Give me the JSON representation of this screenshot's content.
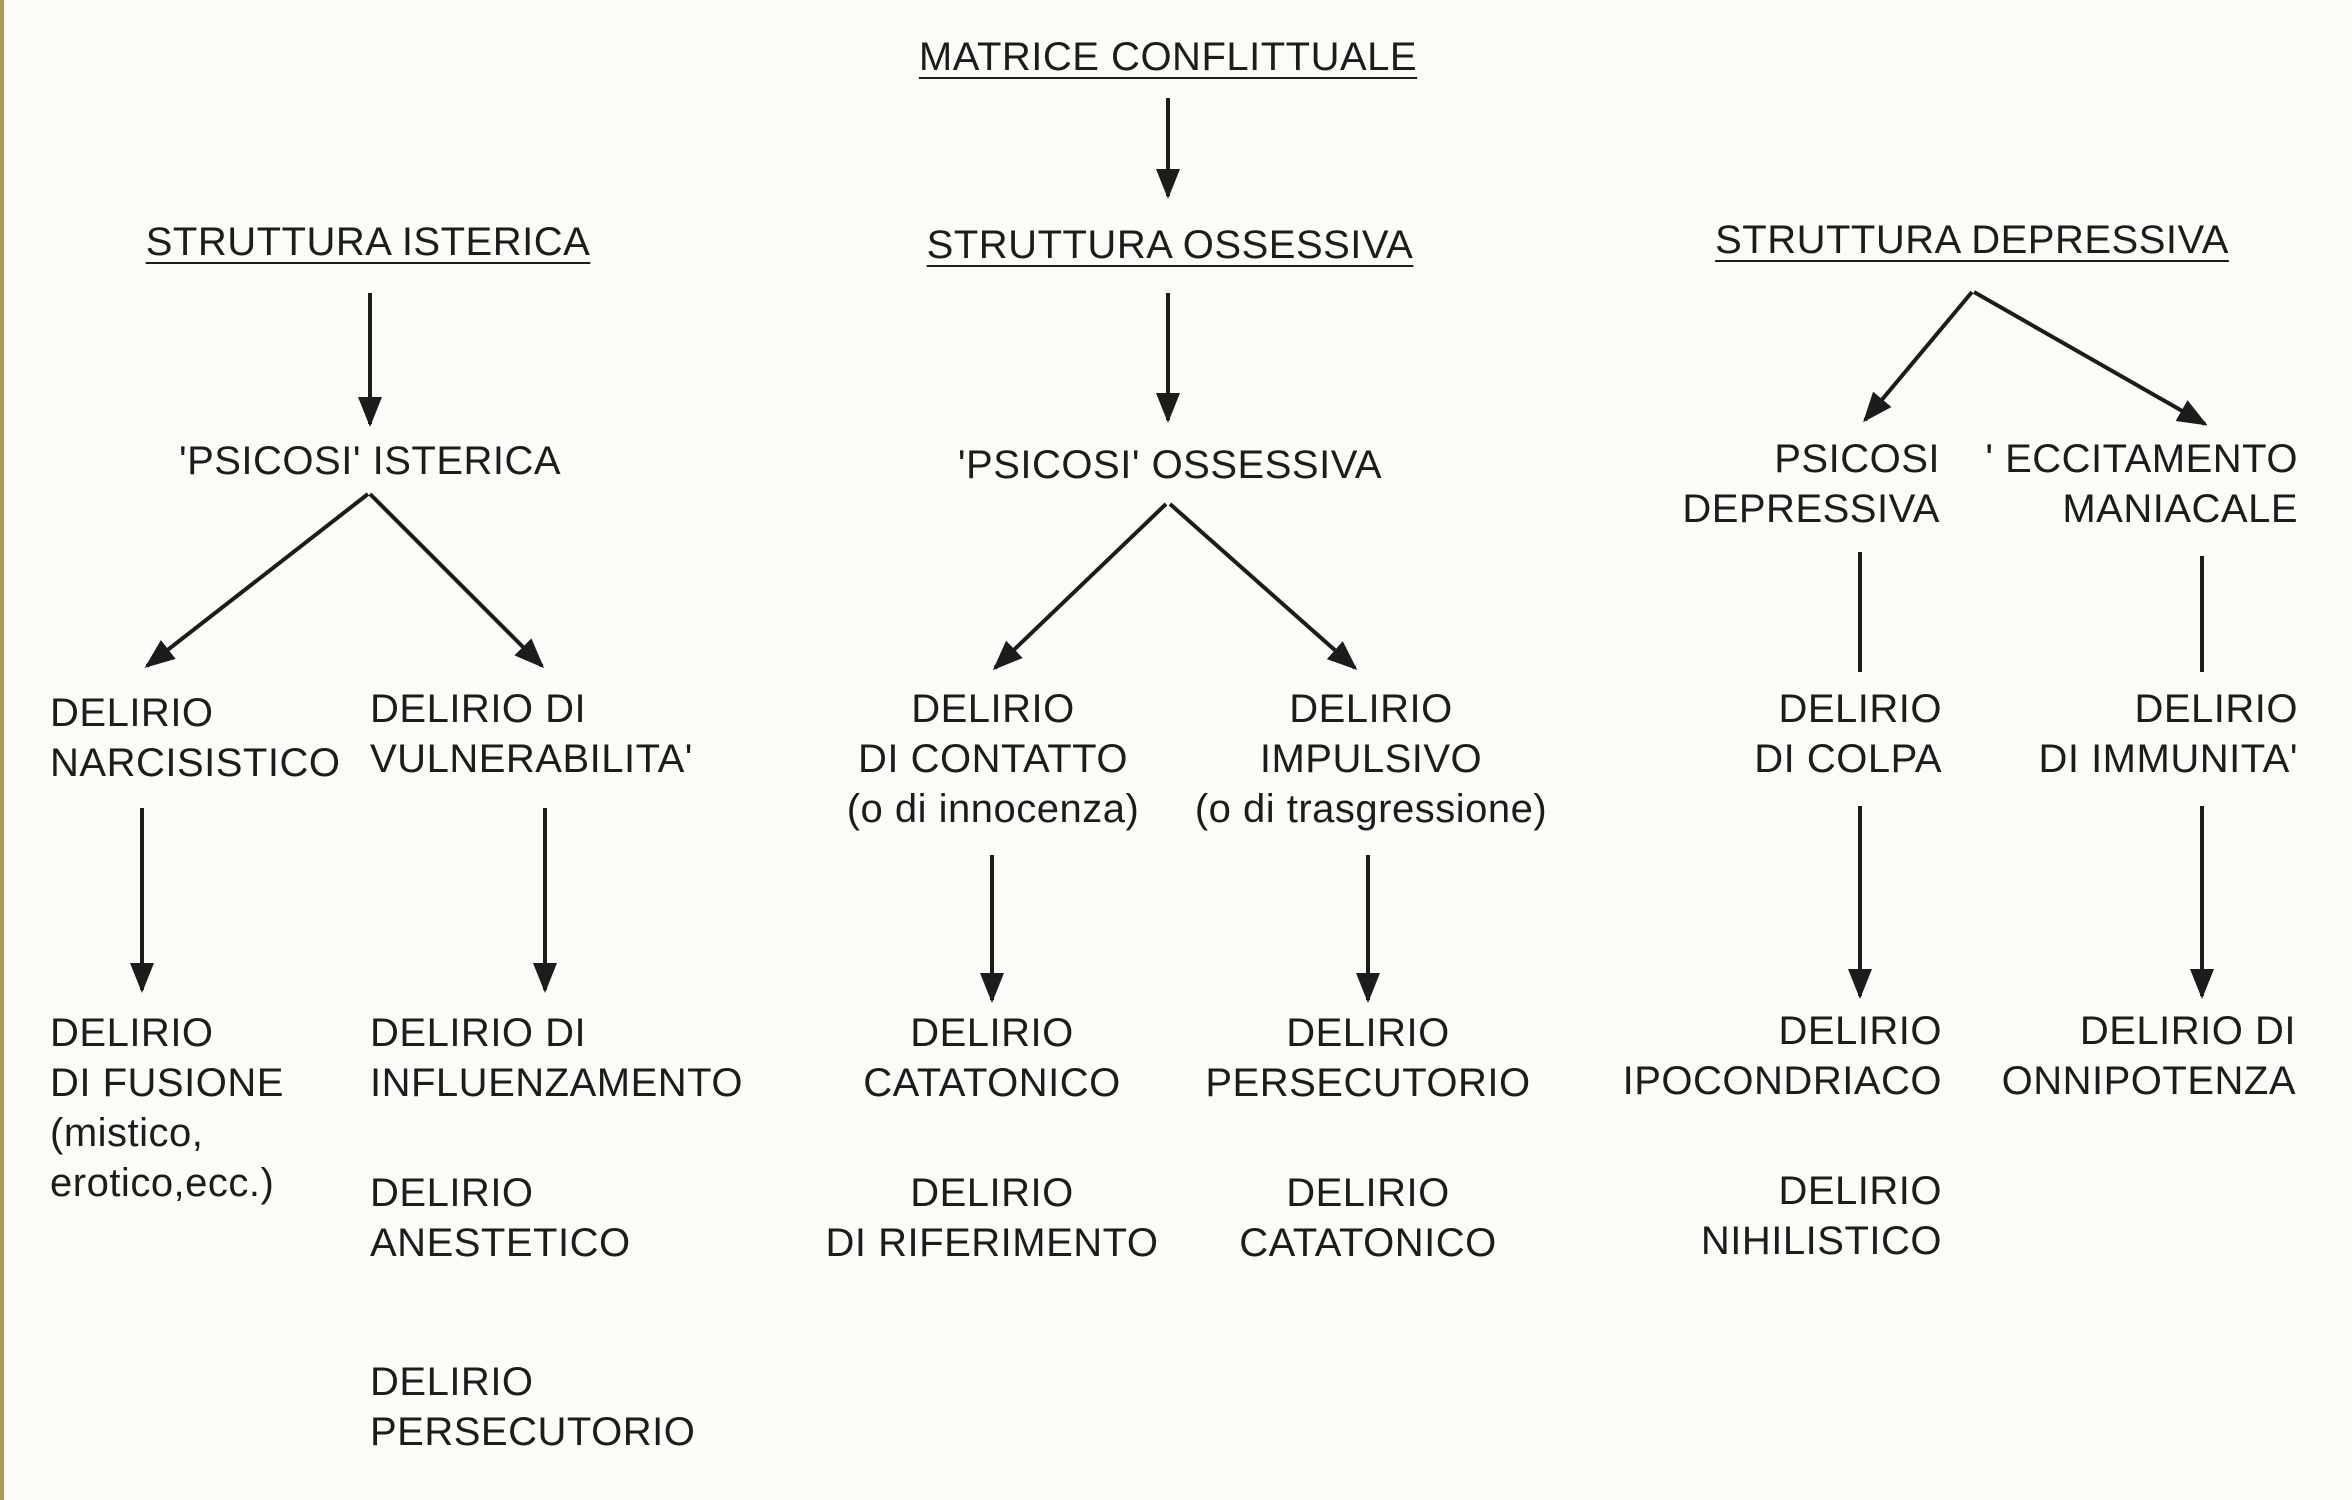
{
  "root": "MATRICE CONFLITTUALE",
  "structures": {
    "isterica": {
      "title": "STRUTTURA ISTERICA",
      "psicosi": "'PSICOSI' ISTERICA",
      "left": {
        "line1": "DELIRIO",
        "line2": "NARCISISTICO",
        "child": {
          "line1": "DELIRIO",
          "line2": "DI FUSIONE",
          "line3": "(mistico,",
          "line4": "erotico,ecc.)"
        }
      },
      "right": {
        "line1": "DELIRIO DI",
        "line2": "VULNERABILITA'",
        "child1": {
          "line1": "DELIRIO DI",
          "line2": "INFLUENZAMENTO"
        },
        "child2": {
          "line1": "DELIRIO",
          "line2": "ANESTETICO"
        },
        "child3": {
          "line1": "DELIRIO",
          "line2": "PERSECUTORIO"
        }
      }
    },
    "ossessiva": {
      "title": "STRUTTURA OSSESSIVA",
      "psicosi": "'PSICOSI' OSSESSIVA",
      "left": {
        "line1": "DELIRIO",
        "line2": "DI CONTATTO",
        "line3": "(o di innocenza)",
        "child1": {
          "line1": "DELIRIO",
          "line2": "CATATONICO"
        },
        "child2": {
          "line1": "DELIRIO",
          "line2": "DI RIFERIMENTO"
        }
      },
      "right": {
        "line1": "DELIRIO",
        "line2": "IMPULSIVO",
        "line3": "(o di trasgressione)",
        "child1": {
          "line1": "DELIRIO",
          "line2": "PERSECUTORIO"
        },
        "child2": {
          "line1": "DELIRIO",
          "line2": "CATATONICO"
        }
      }
    },
    "depressiva": {
      "title": "STRUTTURA DEPRESSIVA",
      "left": {
        "line1": "PSICOSI",
        "line2": "DEPRESSIVA",
        "mid": {
          "line1": "DELIRIO",
          "line2": "DI COLPA"
        },
        "child1": {
          "line1": "DELIRIO",
          "line2": "IPOCONDRIACO"
        },
        "child2": {
          "line1": "DELIRIO",
          "line2": "NIHILISTICO"
        }
      },
      "right": {
        "line1": "' ECCITAMENTO",
        "line2": "MANIACALE",
        "mid": {
          "line1": "DELIRIO",
          "line2": "DI IMMUNITA'"
        },
        "child1": {
          "line1": "DELIRIO DI",
          "line2": "ONNIPOTENZA"
        }
      }
    }
  }
}
